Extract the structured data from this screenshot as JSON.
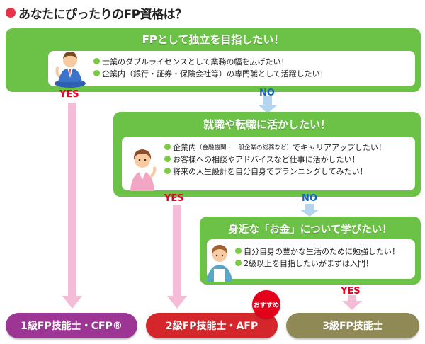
{
  "title": "あなたにぴったりのFP資格は？",
  "colors": {
    "green": "#6cc247",
    "green_dark": "#59b33a",
    "bullet_green": "#7ac943",
    "pink_arrow": "#f4bcd7",
    "blue_arrow": "#b5d4ee",
    "yes_red": "#e6001f",
    "no_blue": "#1a66c8",
    "title_dot": "#e6334a",
    "purple": "#9c3593",
    "red": "#d5262b",
    "olive": "#8f8a55",
    "reco": "#e4001b"
  },
  "box1": {
    "heading": "FPとして独立を目指したい！",
    "icon": "businessman-icon",
    "items": [
      "士業のダブルライセンスとして業務の幅を広げたい！",
      "企業内（銀行・証券・保険会社等）の専門職として活躍したい！"
    ]
  },
  "box2": {
    "heading": "就職や転職に活かしたい！",
    "icon": "office-woman-icon",
    "items": [
      {
        "before": "企業内",
        "small": "（金融機関・一般企業の総務など）",
        "after": "でキャリアアップしたい！"
      },
      {
        "before": "お客様への相談やアドバイスなど仕事に活かしたい！",
        "small": "",
        "after": ""
      },
      {
        "before": "将来の人生設計を自分自身でプランニングしてみたい！",
        "small": "",
        "after": ""
      }
    ]
  },
  "box3": {
    "heading": "身近な「お金」について学びたい！",
    "icon": "housewife-icon",
    "items": [
      "自分自身の豊かな生活のために勉強したい！",
      "2級以上を目指したいがまずは入門！"
    ]
  },
  "labels": {
    "yes1": "YES",
    "no1": "NO",
    "yes2": "YES",
    "no2": "NO",
    "yes3": "YES"
  },
  "results": {
    "level1": "1級FP技能士・CFP®",
    "level2": "2級FP技能士・AFP",
    "level3": "3級FP技能士",
    "recommend": "おすすめ"
  }
}
